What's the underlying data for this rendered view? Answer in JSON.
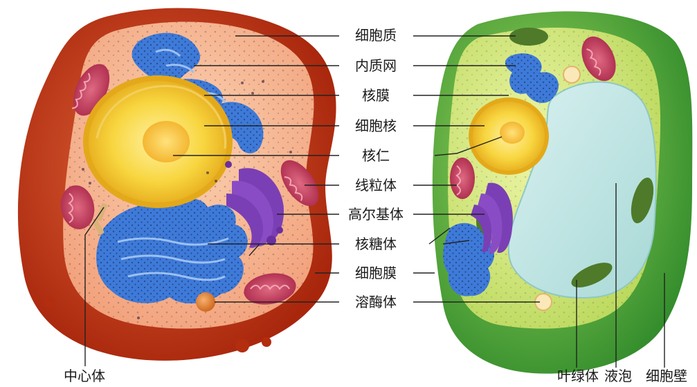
{
  "center_labels": [
    {
      "id": "cytoplasm",
      "text": "细胞质"
    },
    {
      "id": "endoplasmic_reticulum",
      "text": "内质网"
    },
    {
      "id": "nuclear_envelope",
      "text": "核膜"
    },
    {
      "id": "nucleus",
      "text": "细胞核"
    },
    {
      "id": "nucleolus",
      "text": "核仁"
    },
    {
      "id": "mitochondrion",
      "text": "线粒体"
    },
    {
      "id": "golgi_apparatus",
      "text": "高尔基体"
    },
    {
      "id": "ribosome",
      "text": "核糖体"
    },
    {
      "id": "cell_membrane",
      "text": "细胞膜"
    },
    {
      "id": "lysosome",
      "text": "溶酶体"
    }
  ],
  "animal_cell_labels": {
    "centrosome": "中心体"
  },
  "plant_cell_labels": {
    "chloroplast": "叶绿体",
    "vacuole": "液泡",
    "cell_wall": "细胞壁"
  },
  "colors": {
    "animal_outer": "#c53a12",
    "animal_cytoplasm": "#f7b28a",
    "nucleus": "#f6c92a",
    "er": "#3b78d6",
    "golgi": "#7a3fb5",
    "mitochondria": "#c2395b",
    "plant_wall": "#5fb53a",
    "plant_cytoplasm": "#d7ea7a",
    "vacuole": "#bfe6e6",
    "chloroplast": "#4e7a2a"
  }
}
